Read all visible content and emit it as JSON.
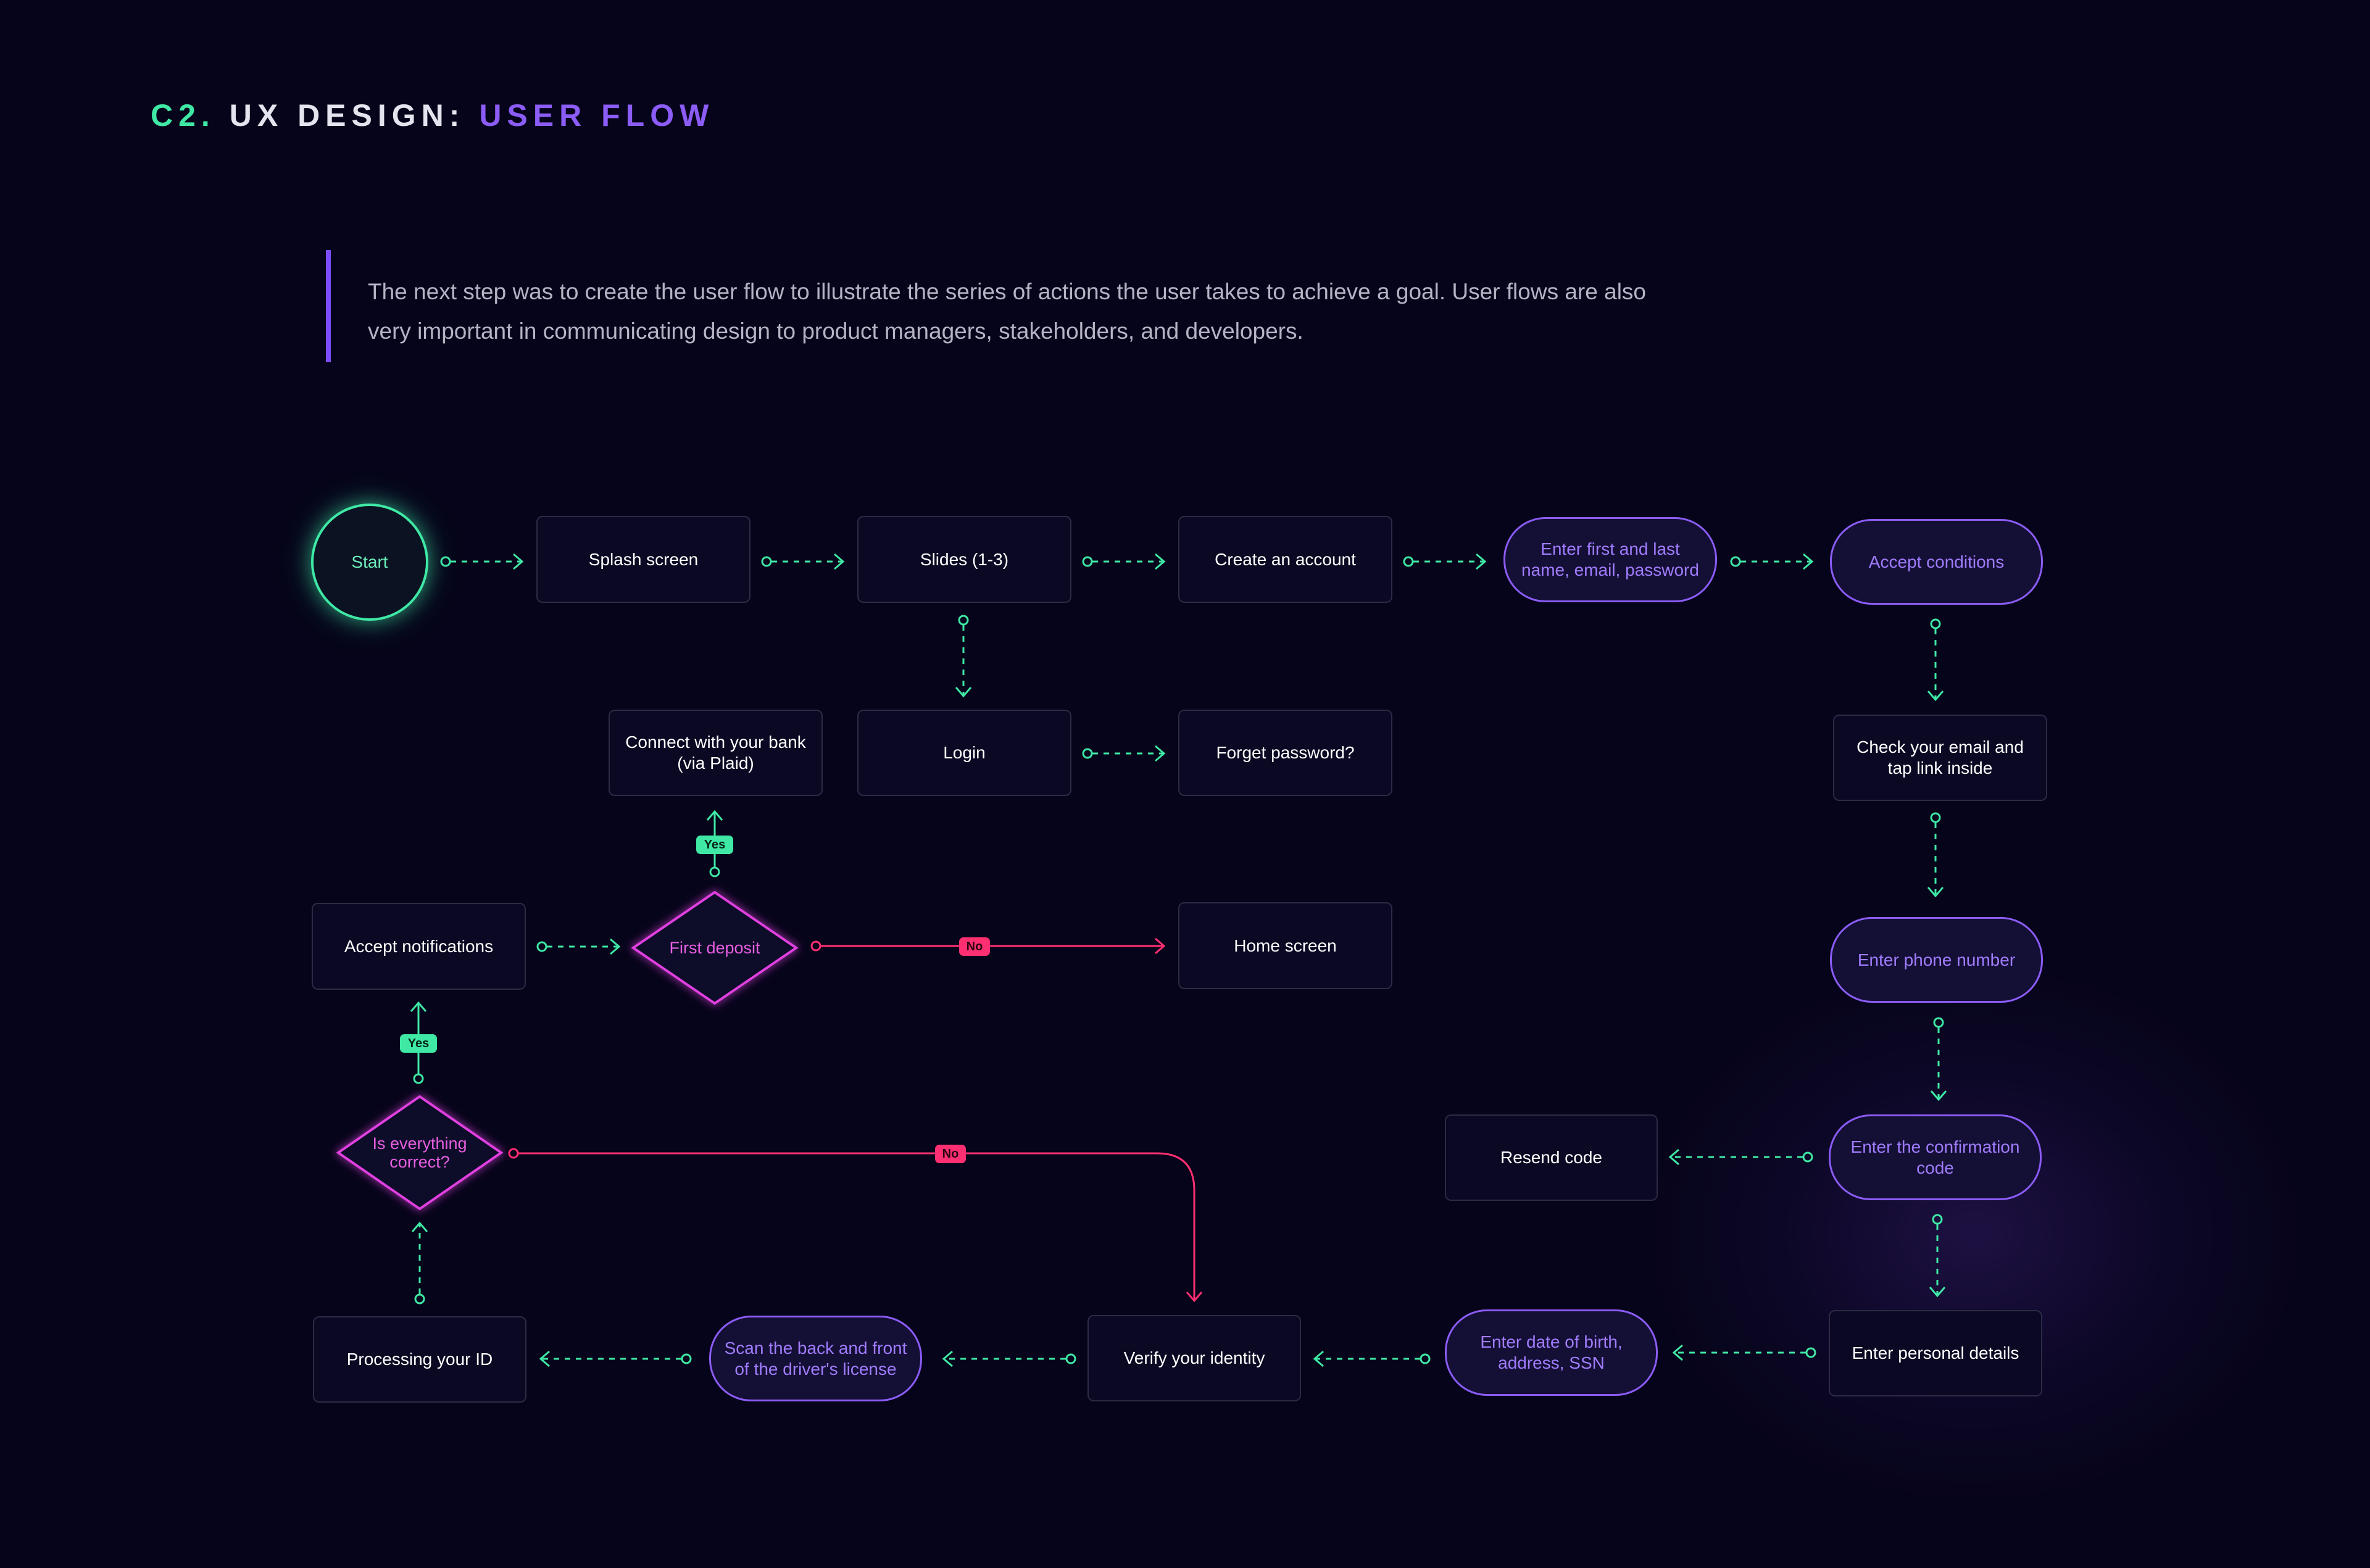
{
  "title": {
    "prefix": "C2.",
    "main": "UX DESIGN:",
    "accent": "USER FLOW"
  },
  "intro": "The next step was to create the user flow to illustrate the series of actions the user takes to achieve a goal. User flows are also very important in communicating design to product managers, stakeholders, and developers.",
  "colors": {
    "background": "#06041a",
    "positive": "#3fe9a5",
    "decision": "#e040e0",
    "negative": "#ff2f72",
    "input_step": "#8b5cf6",
    "screen_border": "#2c2a44"
  },
  "nodes": {
    "start": "Start",
    "splash": "Splash screen",
    "slides": "Slides (1-3)",
    "create_account": "Create an account",
    "enter_name": "Enter first and last name, email, password",
    "accept_conditions": "Accept conditions",
    "login": "Login",
    "forget_password": "Forget password?",
    "connect_bank": "Connect with your bank (via Plaid)",
    "check_email": "Check your email and tap link inside",
    "accept_notifications": "Accept notifications",
    "first_deposit": "First deposit",
    "home_screen": "Home screen",
    "enter_phone": "Enter phone number",
    "everything_correct": "Is everything correct?",
    "resend_code": "Resend code",
    "enter_code": "Enter the confirmation code",
    "processing_id": "Processing your ID",
    "scan_license": "Scan the back and front of the driver's license",
    "verify_identity": "Verify your identity",
    "enter_dob": "Enter date of birth, address, SSN",
    "enter_personal": "Enter personal details"
  },
  "labels": {
    "yes": "Yes",
    "no": "No"
  }
}
